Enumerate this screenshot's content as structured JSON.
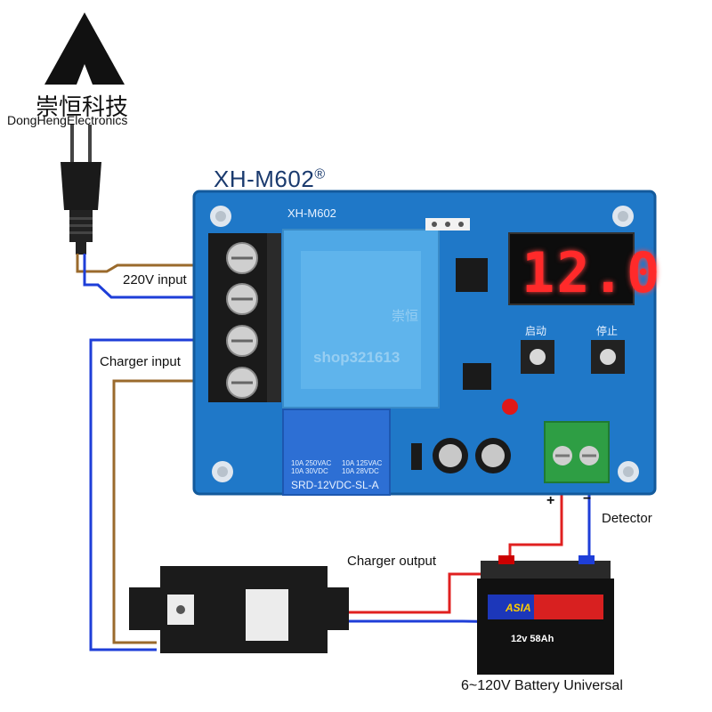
{
  "brand": {
    "name_cn": "崇恒科技",
    "name_en": "DongHengElectronics",
    "logo_icon": "triangle-logo-icon"
  },
  "module": {
    "model_title": "XH-M602",
    "registered_mark": "®",
    "pcb_label": "XH-M602",
    "display_value": "12.0",
    "button_start_label": "启动",
    "button_stop_label": "停止",
    "relay_text_left_1": "10A 250VAC",
    "relay_text_left_2": "10A  30VDC",
    "relay_text_right_1": "10A 125VAC",
    "relay_text_right_2": "10A  28VDC",
    "relay_model": "SRD-12VDC-SL-A",
    "watermark": "shop321613",
    "watermark_cn": "崇恒"
  },
  "labels": {
    "ac_input": "220V input",
    "charger_input": "Charger input",
    "detector": "Detector",
    "charger_output": "Charger output",
    "battery": "6~120V Battery Universal",
    "plus": "+",
    "minus": "−"
  },
  "battery": {
    "brand": "ASIA",
    "voltage_label": "12v 58Ah"
  },
  "colors": {
    "pcb": "#1f78c8",
    "pcb_dark": "#135a9c",
    "wire_brown": "#9a6a2c",
    "wire_blue": "#1e3ed8",
    "wire_red": "#e02020",
    "display_red": "#ff2a2a",
    "terminal_green": "#2e9e44",
    "charger_body": "#1b1b1b"
  }
}
